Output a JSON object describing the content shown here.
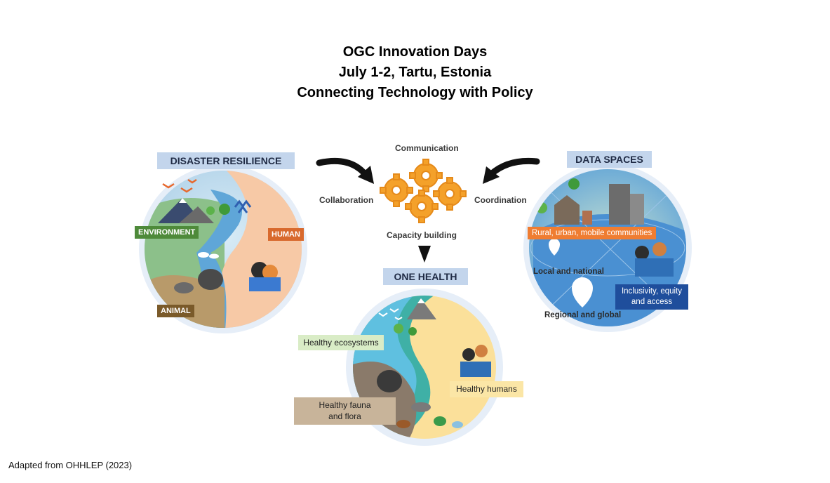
{
  "title": {
    "line1": "OGC Innovation Days",
    "line2": "July 1-2, Tartu, Estonia",
    "line3": "Connecting Technology with Policy"
  },
  "center": {
    "communication": "Communication",
    "collaboration": "Collaboration",
    "coordination": "Coordination",
    "capacity_building": "Capacity building"
  },
  "disaster": {
    "header": "DISASTER RESILIENCE",
    "environment": "ENVIRONMENT",
    "human": "HUMAN",
    "animal": "ANIMAL"
  },
  "data_spaces": {
    "header": "DATA SPACES",
    "communities": "Rural, urban, mobile communities",
    "local": "Local and national",
    "regional": "Regional and global",
    "inclusivity_line1": "Inclusivity, equity",
    "inclusivity_line2": "and access"
  },
  "one_health": {
    "header": "ONE HEALTH",
    "ecosystems": "Healthy ecosystems",
    "humans": "Healthy humans",
    "fauna_line1": "Healthy fauna",
    "fauna_line2": "and flora"
  },
  "footer": "Adapted from OHHLEP (2023)",
  "colors": {
    "header_bg": "#c3d5ec",
    "environment": "#4e8a3a",
    "human": "#d8692d",
    "animal": "#7a5a2a",
    "communities": "#ef7d32",
    "inclusivity": "#1f4e9c",
    "ecosystems": "#d9ecc6",
    "humans": "#fbe6a6",
    "fauna": "#c8b49a",
    "gear": "#f4a12a"
  }
}
